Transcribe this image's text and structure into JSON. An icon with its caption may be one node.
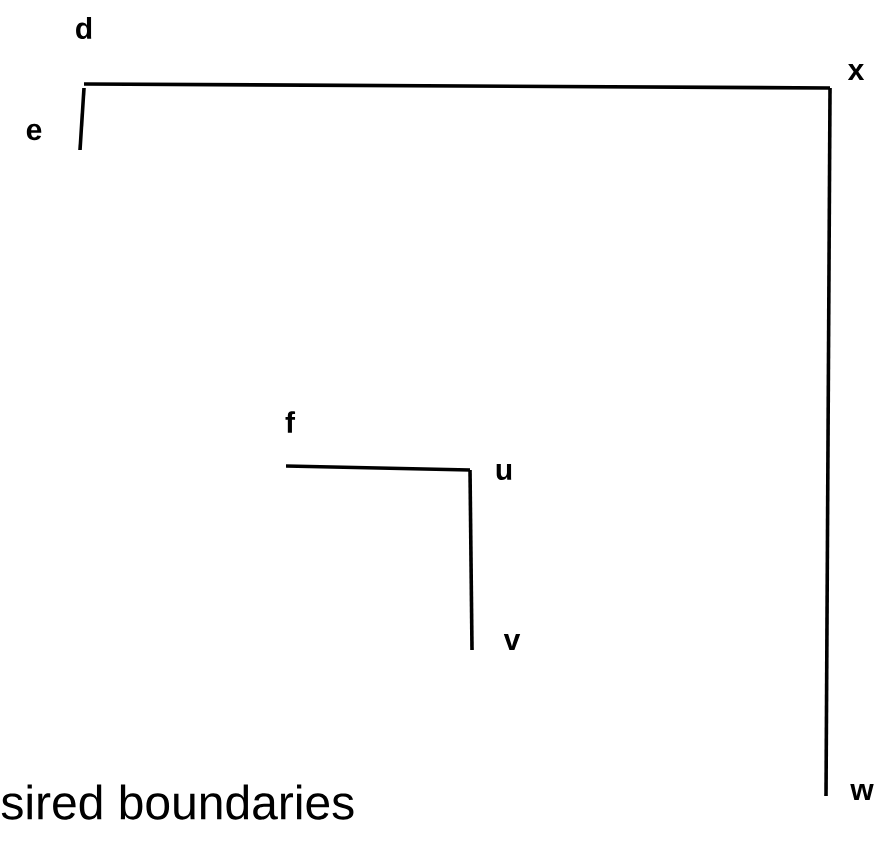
{
  "diagram": {
    "nodes": [
      {
        "text": [
          "d"
        ]
      },
      {
        "text": [
          "x"
        ]
      },
      {
        "text": [
          "e"
        ]
      },
      {
        "text": [
          "f"
        ]
      },
      {
        "text": [
          "u"
        ]
      },
      {
        "text": [
          "v"
        ]
      },
      {
        "text": [
          "w"
        ]
      }
    ],
    "edges": [
      {
        "from": 0,
        "to": 1,
        "arrow": "none"
      },
      {
        "from": 1,
        "to": 6,
        "arrow": "none"
      },
      {
        "from": 0,
        "to": 2,
        "arrow": "none"
      },
      {
        "from": 3,
        "to": 4,
        "arrow": "none"
      },
      {
        "from": 4,
        "to": 5,
        "arrow": "none"
      }
    ],
    "labels": [
      "sired boundaries"
    ]
  }
}
